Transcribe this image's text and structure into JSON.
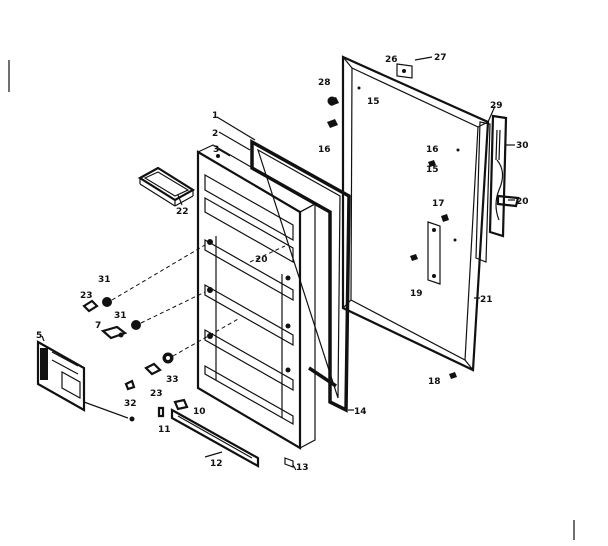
{
  "labels": {
    "p1": "1",
    "p2": "2",
    "p3": "3",
    "p5": "5",
    "p7": "7",
    "p10": "10",
    "p11": "11",
    "p12": "12",
    "p13": "13",
    "p14": "14",
    "p15a": "15",
    "p15b": "15",
    "p16a": "16",
    "p16b": "16",
    "p17": "17",
    "p18": "18",
    "p19": "19",
    "p20a": "20",
    "p20b": "20",
    "p21": "21",
    "p22": "22",
    "p23a": "23",
    "p23b": "23",
    "p26": "26",
    "p27": "27",
    "p28": "28",
    "p29": "29",
    "p30": "30",
    "p31a": "31",
    "p31b": "31",
    "p32": "32",
    "p33": "33"
  }
}
